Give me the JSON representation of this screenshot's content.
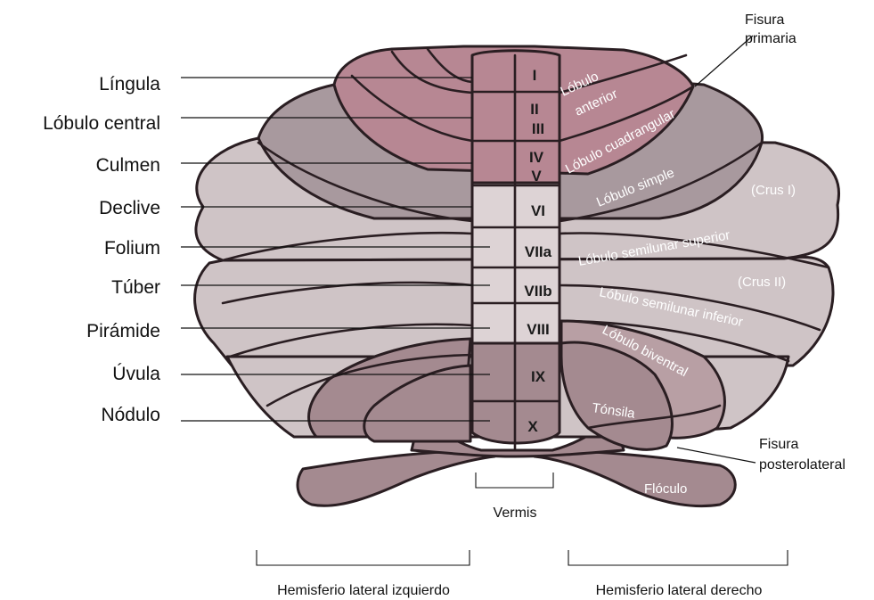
{
  "left_labels": [
    "Língula",
    "Lóbulo central",
    "Culmen",
    "Declive",
    "Folium",
    "Túber",
    "Pirámide",
    "Úvula",
    "Nódulo"
  ],
  "vermis_numerals": [
    "I",
    "II",
    "III",
    "IV",
    "V",
    "VI",
    "VIIa",
    "VIIb",
    "VIII",
    "IX",
    "X"
  ],
  "right_labels": {
    "fisura_primaria_1": "Fisura",
    "fisura_primaria_2": "primaria",
    "lobulo_anterior_1": "Lóbulo",
    "lobulo_anterior_2": "anterior",
    "lobulo_cuadrangular": "Lóbulo cuadrangular",
    "lobulo_simple": "Lóbulo simple",
    "crus_1": "(Crus I)",
    "semilunar_superior": "Lóbulo semilunar superior",
    "crus_2": "(Crus II)",
    "semilunar_inferior": "Lóbulo semilunar inferior",
    "biventral": "Lóbulo biventral",
    "tonsila": "Tónsila",
    "floculo": "Flóculo",
    "fisura_posterolateral_1": "Fisura",
    "fisura_posterolateral_2": "posterolateral"
  },
  "bottom_labels": {
    "vermis": "Vermis",
    "hemisferio_izquierdo": "Hemisferio lateral izquierdo",
    "hemisferio_derecho": "Hemisferio lateral derecho"
  },
  "colors": {
    "anterior_lobe": "#b78793",
    "simple_lobe": "#a8999e",
    "semilunar": "#cfc4c6",
    "vermis_light": "#ddd3d5",
    "posterior_lower": "#a48a90",
    "outline": "#2a1e22"
  }
}
